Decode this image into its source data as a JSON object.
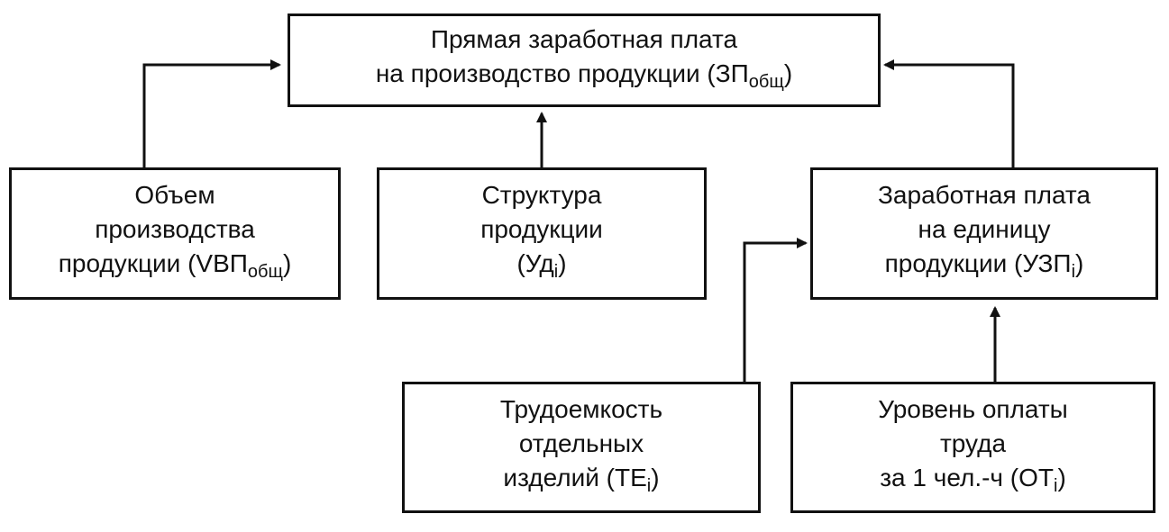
{
  "nodes": {
    "top": {
      "line1": "Прямая заработная плата",
      "line2_main": "на производство продукции (ЗП",
      "line2_sub": "общ",
      "line2_end": ")"
    },
    "volume": {
      "line1": "Объем",
      "line2": "производства",
      "line3_main": "продукции (VBП",
      "line3_sub": "общ",
      "line3_end": ")"
    },
    "structure": {
      "line1": "Структура",
      "line2": "продукции",
      "line3_main": "(Уд",
      "line3_sub": "i",
      "line3_end": ")"
    },
    "wage_unit": {
      "line1": "Заработная плата",
      "line2": "на единицу",
      "line3_main": "продукции (УЗП",
      "line3_sub": "i",
      "line3_end": ")"
    },
    "labor": {
      "line1": "Трудоемкость",
      "line2": "отдельных",
      "line3_main": "изделий (ТЕ",
      "line3_sub": "i",
      "line3_end": ")"
    },
    "pay_level": {
      "line1": "Уровень оплаты",
      "line2": "труда",
      "line3_main": "за 1 чел.-ч (ОТ",
      "line3_sub": "i",
      "line3_end": ")"
    }
  },
  "colors": {
    "stroke": "#111111",
    "background": "#ffffff"
  }
}
